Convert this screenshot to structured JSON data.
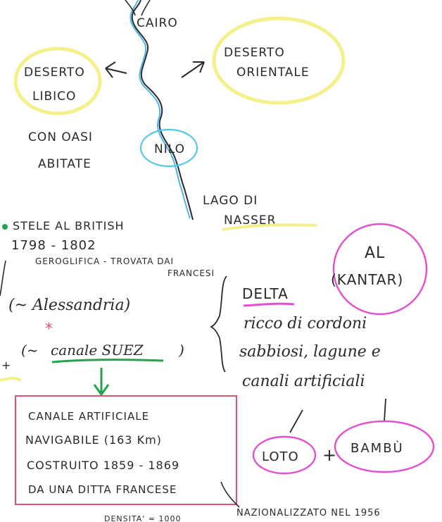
{
  "colors": {
    "ink": "#2a2a2a",
    "river_blue": "#4fb6e8",
    "highlight_yellow": "#f4f08a",
    "highlight_pink": "#e44fd0",
    "box_red": "#e0526a",
    "green": "#24a34a",
    "cyan_circle": "#52c7e6"
  },
  "map": {
    "city_label": "CAIRO",
    "river_label": "NILO",
    "lake_label_line1": "LAGO DI",
    "lake_label_line2": "NASSER"
  },
  "desert_west": {
    "line1": "DESERTO",
    "line2": "LIBICO",
    "note_line1": "CON OASI",
    "note_line2": "ABITATE"
  },
  "desert_east": {
    "line1": "DESERTO",
    "line2": "ORIENTALE"
  },
  "stele": {
    "line1": "STELE AL BRITISH",
    "line2": "1798 - 1802",
    "line3": "GEROGLIFICA - TROVATA DAI",
    "line4": "FRANCESI",
    "alexandria": "(~ Alessandria)",
    "canal_prefix": "(~ ",
    "canal": "canale SUEZ",
    "canal_suffix": ")",
    "star": "*"
  },
  "canal_box": {
    "line1": "CANALE ARTIFICIALE",
    "line2": "NAVIGABILE (163 Km)",
    "line3": "COSTRUITO 1859 - 1869",
    "line4": "DA UNA DITTA FRANCESE",
    "note": "NAZIONALIZZATO NEL 1956",
    "bottom_cut": "DENSITA' = 1000"
  },
  "delta": {
    "title": "DELTA",
    "line1": "ricco di cordoni",
    "line2": "sabbiosi, lagune e",
    "line3": "canali artificiali",
    "al": "AL",
    "kantar": "(KANTAR)",
    "loto": "LOTO",
    "plus": "+",
    "bambu": "BAMBÙ"
  }
}
